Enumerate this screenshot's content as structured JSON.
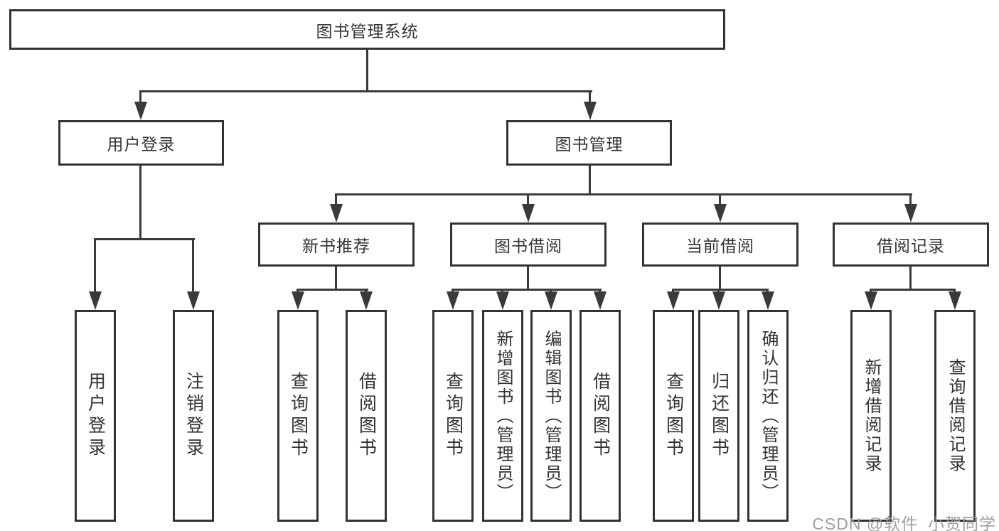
{
  "diagram": {
    "root": {
      "label": "图书管理系统"
    },
    "level1": [
      {
        "id": "user_login",
        "label": "用户登录"
      },
      {
        "id": "book_mgmt",
        "label": "图书管理"
      }
    ],
    "level2": [
      {
        "id": "new_book_rec",
        "label": "新书推荐"
      },
      {
        "id": "book_borrow",
        "label": "图书借阅"
      },
      {
        "id": "current_borrow",
        "label": "当前借阅"
      },
      {
        "id": "borrow_record",
        "label": "借阅记录"
      }
    ],
    "leaves": {
      "user_login": [
        "用户登录",
        "注销登录"
      ],
      "new_book_rec": [
        "查询图书",
        "借阅图书"
      ],
      "book_borrow": [
        "查询图书",
        "新增图书（管理员）",
        "编辑图书（管理员）",
        "借阅图书"
      ],
      "current_borrow": [
        "查询图书",
        "归还图书",
        "确认归还（管理员）"
      ],
      "borrow_record": [
        "新增借阅记录",
        "查询借阅记录"
      ]
    }
  },
  "watermark": {
    "text": "CSDN @软件_小贺同学"
  },
  "colors": {
    "line": "#3a3a3a",
    "border": "#333333",
    "text": "#333333",
    "watermark": "#9e9e9e",
    "background": "#ffffff"
  }
}
